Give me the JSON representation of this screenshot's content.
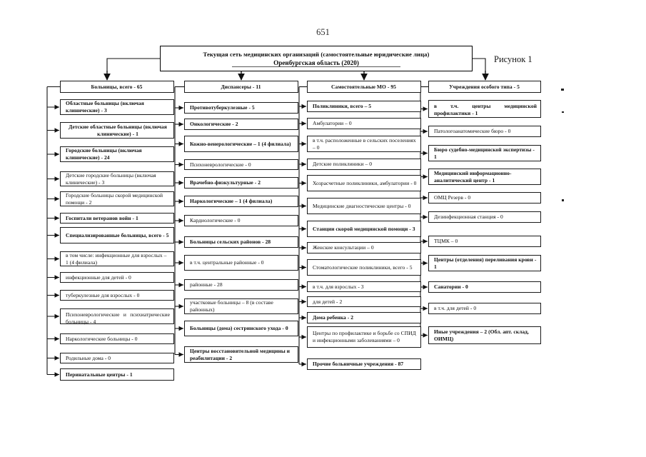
{
  "document": {
    "page_number": "651",
    "figure_label": "Рисунок 1",
    "title_line1": "Текущая сеть медицинских организаций (самостоятельные юридические лица)",
    "title_line2": "Оренбургская область (2020)"
  },
  "columns": [
    {
      "id": "hospitals",
      "header": "Больницы, всего - 65",
      "items": [
        {
          "label": "Областные больницы (включая клинические) - 3",
          "bold": true
        },
        {
          "label": "Детские областные больницы (включая клинические) - 1",
          "bold": true,
          "center": true
        },
        {
          "label": "Городские больницы (включая клинические) - 24",
          "bold": true
        },
        {
          "label": "Детские городские больницы (включая клинические) - 3",
          "bold": false
        },
        {
          "label": "Городские больницы скорой медицинской помощи - 2",
          "bold": false
        },
        {
          "label": "Госпитали ветеранов войн - 1",
          "bold": true
        },
        {
          "label": "Специализированные больницы, всего - 5",
          "bold": true
        },
        {
          "label": "в том числе: инфекционные для взрослых – 1 (4 филиала)",
          "bold": false
        },
        {
          "label": "инфекционные для детей - 0",
          "bold": false
        },
        {
          "label": "туберкулезные для взрослых - 0",
          "bold": false
        },
        {
          "label": "Психоневрологические и психиатрические больницы - 4",
          "bold": false,
          "justify": true
        },
        {
          "label": "Наркологические больницы - 0",
          "bold": false
        },
        {
          "label": "Родильные дома - 0",
          "bold": false
        },
        {
          "label": "Перинатальные центры - 1",
          "bold": true
        }
      ]
    },
    {
      "id": "dispensaries",
      "header": "Диспансеры - 11",
      "items": [
        {
          "label": "Противотуберкулезные - 5",
          "bold": true
        },
        {
          "label": "Онкологические - 2",
          "bold": true
        },
        {
          "label": "Кожно-венерологические – 1 (4 филиала)",
          "bold": true
        },
        {
          "label": "Психоневрологические - 0",
          "bold": false
        },
        {
          "label": "Врачебно-физкультурные - 2",
          "bold": true
        },
        {
          "label": "Наркологические – 1 (4 филиала)",
          "bold": true
        },
        {
          "label": "Кардиологические - 0",
          "bold": false
        },
        {
          "label": "Больницы сельских районов - 28",
          "bold": true
        },
        {
          "label": "в т.ч. центральные районные - 0",
          "bold": false
        },
        {
          "label": "районные - 28",
          "bold": false
        },
        {
          "label": "участковые больницы – 8 (в составе районных)",
          "bold": false
        },
        {
          "label": "Больницы (дома) сестринского ухода - 0",
          "bold": true
        },
        {
          "label": "Центры восстановительной медицины и реабилитации - 2",
          "bold": true
        }
      ]
    },
    {
      "id": "independent-mo",
      "header": "Самостоятельные МО - 95",
      "items": [
        {
          "label": "Поликлиники, всего – 5",
          "bold": true
        },
        {
          "label": "Амбулатории – 0",
          "bold": false
        },
        {
          "label": "в т.ч. расположенные в сельских поселениях – 0",
          "bold": false
        },
        {
          "label": "Детские поликлиники – 0",
          "bold": false
        },
        {
          "label": "Хозрасчетные поликлиники, амбулатории - 0",
          "bold": false
        },
        {
          "label": "Медицинские диагностические центры - 0",
          "bold": false
        },
        {
          "label": "Станции скорой медицинской помощи - 3",
          "bold": true
        },
        {
          "label": "Женские консультации – 0",
          "bold": false
        },
        {
          "label": "Стоматологические поликлиники, всего - 5",
          "bold": false
        },
        {
          "label": "в т.ч. для взрослых - 3",
          "bold": false
        },
        {
          "label": "для детей - 2",
          "bold": false
        },
        {
          "label": "Дома ребенка - 2",
          "bold": true
        },
        {
          "label": "Центры по профилактике и борьбе со СПИД и инфекционными заболеваниями – 0",
          "bold": false
        },
        {
          "label": "Прочие больничные учреждения - 87",
          "bold": true
        }
      ]
    },
    {
      "id": "special-type",
      "header": "Учреждения особого типа - 5",
      "items": [
        {
          "label": "в т.ч. центры медицинской профилактики - 1",
          "bold": true,
          "justify": true
        },
        {
          "label": "Патологоанатомические бюро - 0",
          "bold": false
        },
        {
          "label": "Бюро судебно-медицинской экспертизы - 1",
          "bold": true
        },
        {
          "label": "Медицинский информационно-аналитический центр - 1",
          "bold": true
        },
        {
          "label": "ОМЦ Резерв - 0",
          "bold": false
        },
        {
          "label": "Дезинфекционная станция - 0",
          "bold": false
        },
        {
          "label": "ТЦМК – 0",
          "bold": false
        },
        {
          "label": "Центры (отделения) переливания крови - 1",
          "bold": true
        },
        {
          "label": "Санатории - 0",
          "bold": true
        },
        {
          "label": "в т.ч. для детей - 0",
          "bold": false
        },
        {
          "label": "Иные учреждения – 2 (Обл. апт. склад, ОИМЦ)",
          "bold": true
        }
      ]
    }
  ],
  "colors": {
    "ink": "#0c0c0c",
    "border": "#1a1a1a",
    "paper": "#ffffff"
  }
}
